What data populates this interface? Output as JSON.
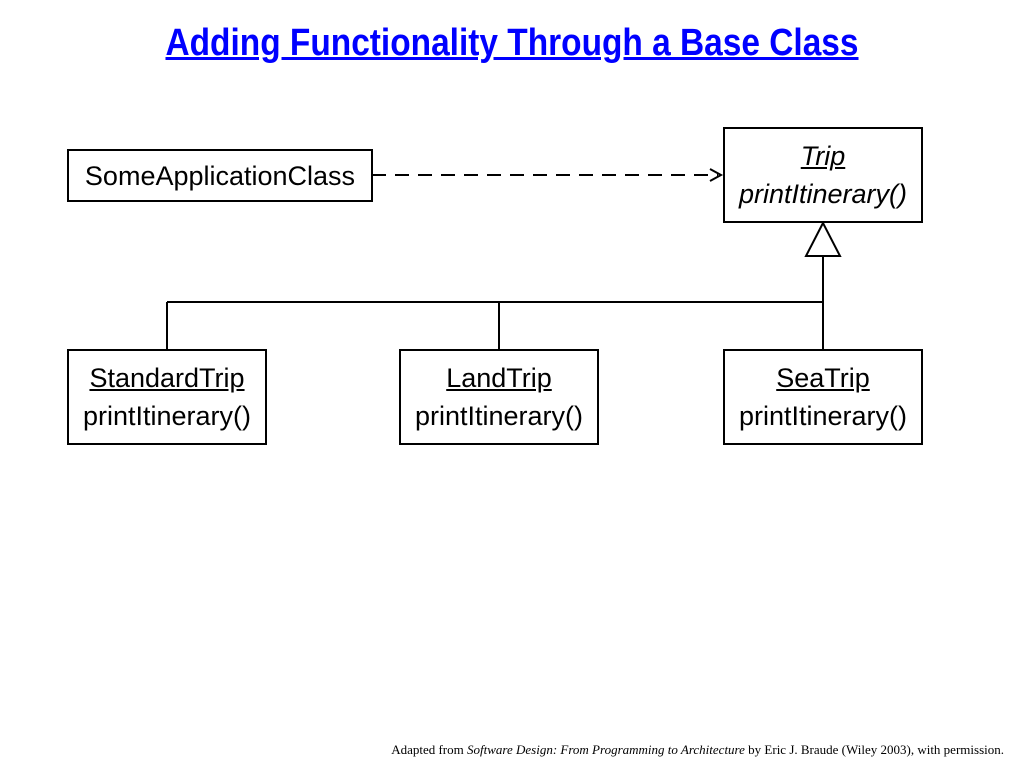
{
  "title": "Adding Functionality Through a Base Class",
  "classes": {
    "some_app": {
      "name": "SomeApplicationClass"
    },
    "trip": {
      "name": "Trip",
      "method": "printItinerary()"
    },
    "standard": {
      "name": "StandardTrip",
      "method": "printItinerary()"
    },
    "land": {
      "name": "LandTrip",
      "method": "printItinerary()"
    },
    "sea": {
      "name": "SeaTrip",
      "method": "printItinerary()"
    }
  },
  "footer": {
    "prefix": "Adapted from ",
    "book": "Software Design: From Programming to Architecture",
    "suffix": " by Eric J. Braude (Wiley 2003), with permission."
  }
}
